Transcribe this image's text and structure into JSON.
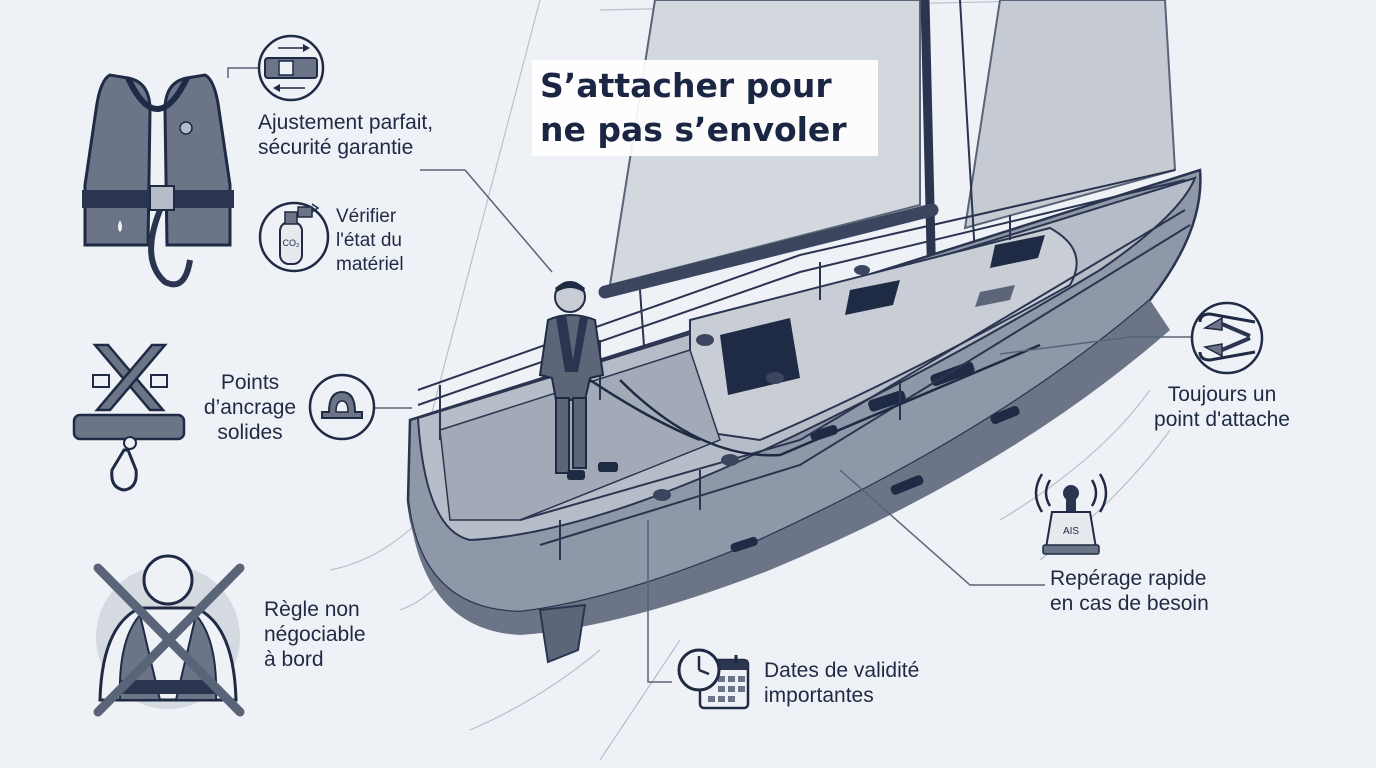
{
  "title": {
    "line1": "S’attacher pour",
    "line2": "ne pas s’envoler"
  },
  "labels": {
    "fit": {
      "line1": "Ajustement parfait,",
      "line2": "sécurité garantie"
    },
    "check": {
      "line1": "Vérifier",
      "line2": "l'état du",
      "line3": "matériel"
    },
    "anchor": {
      "line1": "Points",
      "line2": "d’ancrage",
      "line3": "solides"
    },
    "rule": {
      "line1": "Règle non",
      "line2": "négociable",
      "line3": "à bord"
    },
    "tether": {
      "line1": "Toujours un",
      "line2": "point d'attache"
    },
    "locate": {
      "line1": "Repérage rapide",
      "line2": "en cas de besoin"
    },
    "dates": {
      "line1": "Dates de validité",
      "line2": "importantes"
    }
  },
  "badges": {
    "co2": "CO₂",
    "ais": "AIS"
  },
  "icons": {
    "lifejacket": "lifejacket-icon",
    "buckle": "buckle-adjust-icon",
    "co2_cylinder": "co2-cylinder-icon",
    "harness": "harness-icon",
    "padeye": "padeye-anchor-icon",
    "no_lifejacket": "no-lifejacket-icon",
    "tether": "double-carabiner-tether-icon",
    "ais_beacon": "ais-beacon-icon",
    "clock_calendar": "clock-calendar-icon"
  },
  "colors": {
    "background": "#eef1f5",
    "ink": "#1f2a44",
    "hull": "#8f98a8",
    "sail": "#cfd3da",
    "accent_light": "#b9c0cc"
  }
}
